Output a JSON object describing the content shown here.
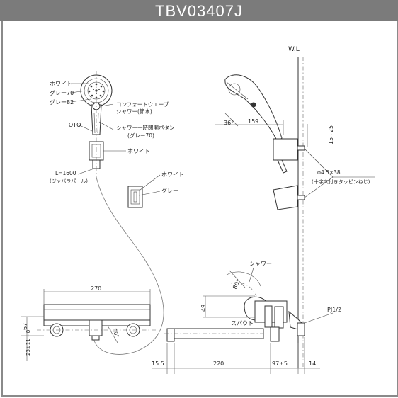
{
  "title": "TBV03407J",
  "labels": {
    "white": "ホワイト",
    "gray70": "グレー70",
    "gray82": "グレー82",
    "toto": "TOTO",
    "white2": "ホワイト",
    "comfort_wave_1": "コンフォートウエーブ",
    "comfort_wave_2": "シャワー(節水)",
    "shower_stop_1": "シャワー一時閉開ボタン",
    "shower_stop_2": "(グレー70)",
    "hose_length_1": "L=1600",
    "hose_length_2": "(ジャバラパール)",
    "holder_white": "ホワイト",
    "holder_gray": "グレー",
    "wl": "W.L",
    "angle_36": "36°",
    "dim_159": "159",
    "dim_15_25": "15~25",
    "screw_1": "φ4.5×38",
    "screw_2": "(十字穴付きタッピンねじ)",
    "shower": "シャワー",
    "angle_80": "80°",
    "angle_50": "50°",
    "dim_49": "49",
    "spout": "スパウト",
    "pj": "PJ1/2",
    "dim_270": "270",
    "dim_67": "67",
    "dim_23": "23±11\n−8",
    "dim_15_5": "15.5",
    "dim_220": "220",
    "dim_97": "97±5",
    "dim_14": "14"
  },
  "colors": {
    "title_bar": "#7b7b7b",
    "border": "#8a8a8a",
    "line": "#333333"
  }
}
